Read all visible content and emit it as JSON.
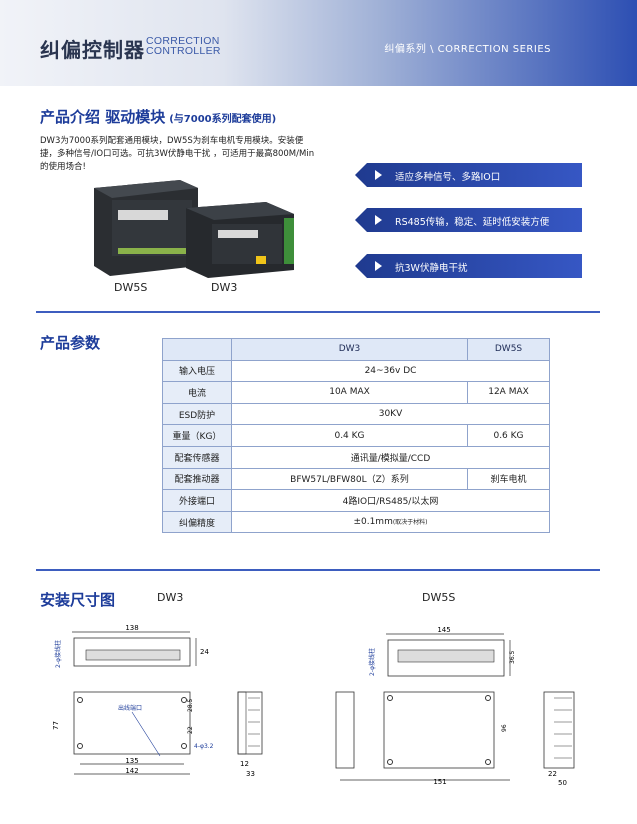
{
  "header": {
    "brand_cn": "纠偏控制器",
    "brand_en_line1": "CORRECTION",
    "brand_en_line2": "CONTROLLER",
    "series": "纠偏系列 \\ CORRECTION SERIES"
  },
  "intro": {
    "title": "产品介绍  驱动模块",
    "subtitle": "(与7000系列配套使用)",
    "text": "DW3为7000系列配套通用模块，DW5S为刹车电机专用模块。安装便捷，多种信号/IO口可选。可抗3W伏静电干扰 ，可适用于最高800M/Min的使用场合!",
    "photo_labels": [
      "DW5S",
      "DW3"
    ],
    "features": [
      "适应多种信号、多路IO口",
      "RS485传输，稳定、延时低安装方便",
      "抗3W伏静电干扰"
    ]
  },
  "params": {
    "title": "产品参数",
    "headers": [
      "DW3",
      "DW5S"
    ],
    "rows": {
      "voltage": {
        "label": "输入电压",
        "value": "24~36v DC"
      },
      "current": {
        "label": "电流",
        "dw3": "10A MAX",
        "dw5s": "12A MAX"
      },
      "esd": {
        "label": "ESD防护",
        "value": "30KV"
      },
      "weight": {
        "label": "重量（KG）",
        "dw3": "0.4 KG",
        "dw5s": "0.6 KG"
      },
      "sensor": {
        "label": "配套传感器",
        "value": "通讯量/模拟量/CCD"
      },
      "actuator": {
        "label": "配套推动器",
        "dw3": "BFW57L/BFW80L（Z）系列",
        "dw5s": "刹车电机"
      },
      "port": {
        "label": "外接端口",
        "value": "4路IO口/RS485/以太网"
      },
      "precision": {
        "label": "纠偏精度",
        "value": "±0.1mm",
        "note": "(取决于材料)"
      }
    }
  },
  "install": {
    "title": "安装尺寸图",
    "dw3_label": "DW3",
    "dw5s_label": "DW5S",
    "dw3": {
      "top_w": "138",
      "top_h": "24",
      "side_tag": "2-φ接线柱",
      "front_h": "77",
      "front_w_inner": "135",
      "front_w": "142",
      "d1": "28.5",
      "d2": "22",
      "hole": "4-φ3.2",
      "port_tag": "出线端口",
      "side_w_inner": "12",
      "side_w": "33"
    },
    "dw5s": {
      "top_w": "145",
      "top_h": "36.5",
      "side_tag": "2-φ接线柱",
      "front_h": "96",
      "front_w": "151",
      "side_w_inner": "22",
      "side_w": "50"
    }
  },
  "colors": {
    "accent": "#1d3c9a",
    "header_dark": "#2d4fb3",
    "table_head": "#dfe8f7"
  }
}
